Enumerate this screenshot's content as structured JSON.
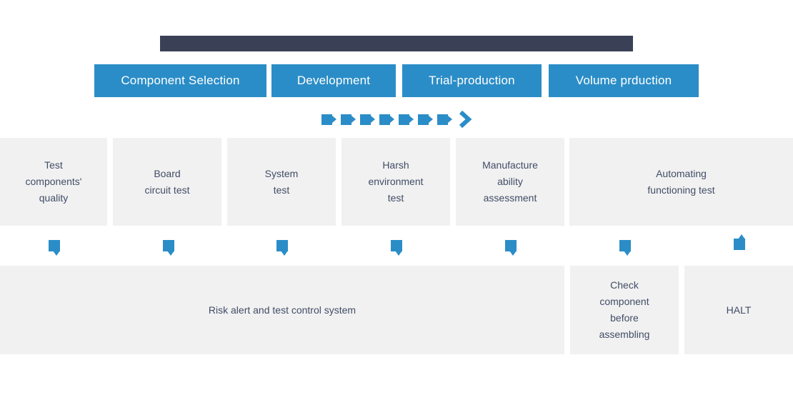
{
  "palette": {
    "accent_blue": "#2b8dc7",
    "bar_navy": "#3a4157",
    "box_gray": "#f1f1f1",
    "box_text_navy": "#414d66"
  },
  "icons": {
    "stage_arrow": "square-with-right-tab",
    "chevron": "chevron-right",
    "connector_down": "square-with-down-tab",
    "connector_up": "square-with-up-tab"
  },
  "stages": {
    "items": [
      {
        "label": "Component Selection"
      },
      {
        "label": "Development"
      },
      {
        "label": "Trial-production"
      },
      {
        "label": "Volume prduction"
      }
    ]
  },
  "tests": {
    "items": [
      {
        "label": "Test\ncomponents'\nquality"
      },
      {
        "label": "Board\ncircuit test"
      },
      {
        "label": "System\ntest"
      },
      {
        "label": "Harsh\nenvironment\ntest"
      },
      {
        "label": "Manufacture\nability\nassessment"
      },
      {
        "label": "Automating\nfunctioning test"
      }
    ]
  },
  "bottom": {
    "items": [
      {
        "label": "Risk alert and test control system"
      },
      {
        "label": "Check\ncomponent\nbefore\nassembling"
      },
      {
        "label": "HALT"
      }
    ]
  }
}
